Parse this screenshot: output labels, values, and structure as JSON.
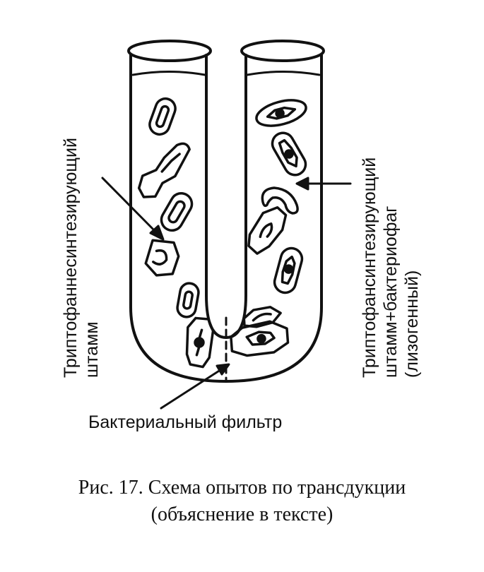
{
  "labels": {
    "left_strain": [
      "Триптофаннесинтезирующий",
      "штамм"
    ],
    "right_strain": [
      "Триптофансинтезирующий",
      "штамм+бактериофаг",
      "(лизогенный)"
    ],
    "filter": "Бактериальный фильтр"
  },
  "caption": {
    "line1": "Рис. 17. Схема опытов по трансдукции",
    "line2": "(объяснение в тексте)"
  }
}
